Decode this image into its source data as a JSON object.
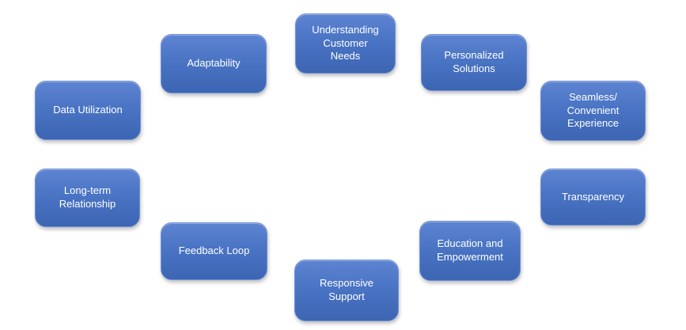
{
  "diagram": {
    "type": "cycle-diagram",
    "background_color": "#ffffff",
    "node_style": {
      "fill_top": "#5d84d2",
      "fill_bottom": "#3c66b3",
      "text_color": "#ffffff"
    },
    "boxes": [
      {
        "label": "Understanding Customer Needs"
      },
      {
        "label": "Personalized Solutions"
      },
      {
        "label": "Seamless/ Convenient Experience"
      },
      {
        "label": "Transparency"
      },
      {
        "label": "Education and Empowerment"
      },
      {
        "label": "Responsive Support"
      },
      {
        "label": "Feedback Loop"
      },
      {
        "label": "Long-term Relationship"
      },
      {
        "label": "Data Utilization"
      },
      {
        "label": "Adaptability"
      }
    ]
  }
}
